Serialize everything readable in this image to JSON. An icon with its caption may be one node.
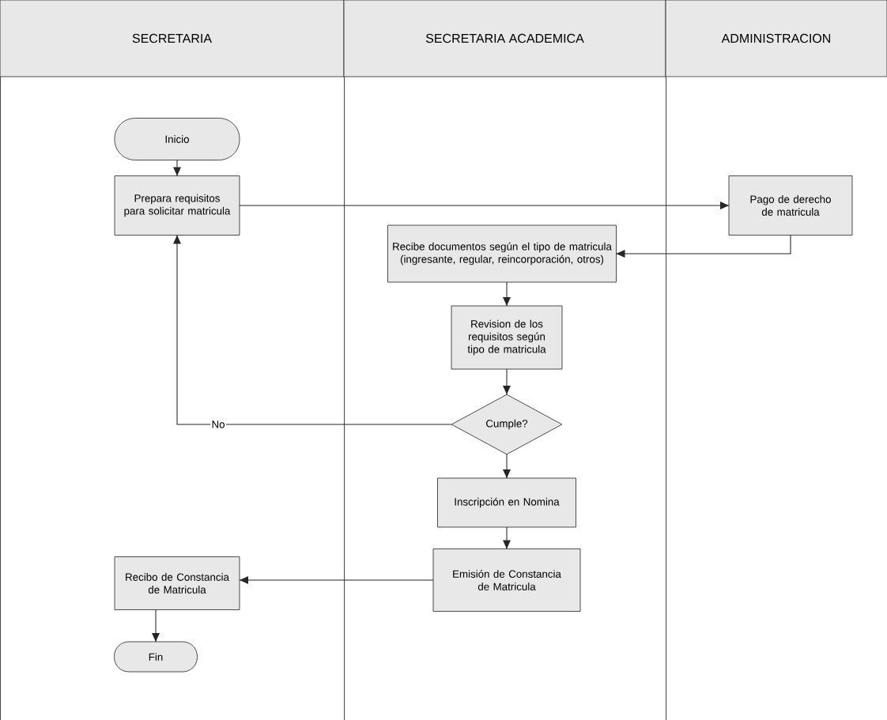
{
  "diagram": {
    "nodes": [
      {
        "text": [
          "SECRETARIA"
        ]
      },
      {
        "text": [
          "SECRETARIA ACADEMICA"
        ]
      },
      {
        "text": [
          "ADMINISTRACION"
        ]
      },
      {
        "text": [
          "Inicio"
        ],
        "in": 0
      },
      {
        "text": [
          "Prepara requisitos para solicitar matricula"
        ],
        "in": 0
      },
      {
        "text": [
          "Pago de derecho de matricula"
        ],
        "in": 2
      },
      {
        "text": [
          "Recibe documentos según el tipo de matricula (ingresante, regular, reincorporación, otros)"
        ],
        "in": 1
      },
      {
        "text": [
          "Revision de los requisitos según tipo de matricula"
        ],
        "in": 1
      },
      {
        "text": [
          "Cumple?"
        ],
        "in": 1
      },
      {
        "text": [
          "Inscripción en Nomina"
        ],
        "in": 1
      },
      {
        "text": [
          "Emisión de Constancia de Matricula"
        ],
        "in": 1
      },
      {
        "text": [
          "Recibo de Constancia de Matricula"
        ],
        "in": 0
      },
      {
        "text": [
          "Fin"
        ],
        "in": 0
      }
    ],
    "edges": [
      {
        "from": 3,
        "to": 4,
        "arrow": "to"
      },
      {
        "from": 4,
        "to": 5,
        "arrow": "to"
      },
      {
        "from": 5,
        "to": 6,
        "arrow": "to"
      },
      {
        "from": 6,
        "to": 7,
        "arrow": "to"
      },
      {
        "from": 7,
        "to": 8,
        "arrow": "to"
      },
      {
        "from": 8,
        "to": 4,
        "arrow": "to",
        "label": "No"
      },
      {
        "from": 8,
        "to": 9,
        "arrow": "to"
      },
      {
        "from": 9,
        "to": 10,
        "arrow": "to"
      },
      {
        "from": 10,
        "to": 11,
        "arrow": "to"
      },
      {
        "from": 11,
        "to": 12,
        "arrow": "to"
      }
    ]
  }
}
